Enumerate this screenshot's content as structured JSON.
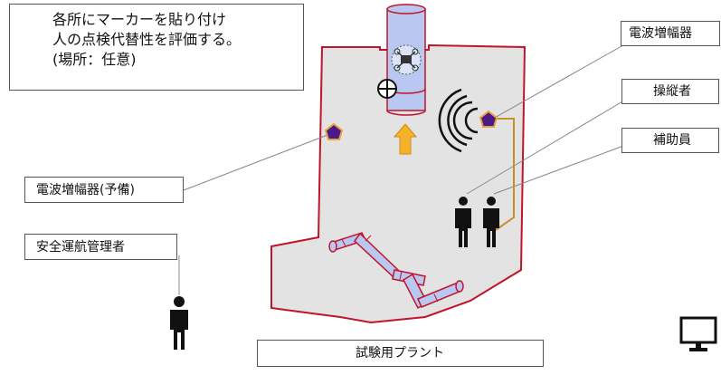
{
  "note": {
    "line1": "各所にマーカーを貼り付け",
    "line2": "人の点検代替性を評価する。",
    "line3": "(場所：任意)"
  },
  "labels": {
    "amplifier": "電波増幅器",
    "operator": "操縦者",
    "assistant": "補助員",
    "amplifier_spare": "電波増幅器(予備)",
    "safety_manager": "安全運航管理者",
    "plant": "試験用プラント"
  },
  "icons": {
    "marker": "crosshair-circle-icon",
    "person": "person-icon",
    "monitor": "monitor-icon",
    "amplifier": "pentagon-icon",
    "drone": "drone-icon",
    "arrow": "up-arrow-icon",
    "signal": "radio-waves-icon"
  },
  "colors": {
    "plant_outline": "#c0152a",
    "plant_fill": "#e3e3e3",
    "pipe_fill": "#b9c8f0",
    "arrow_fill": "#f5b12a",
    "amplifier_fill": "#4b1a8a",
    "amplifier_stroke": "#e6a23c",
    "cable": "#c8902a"
  }
}
